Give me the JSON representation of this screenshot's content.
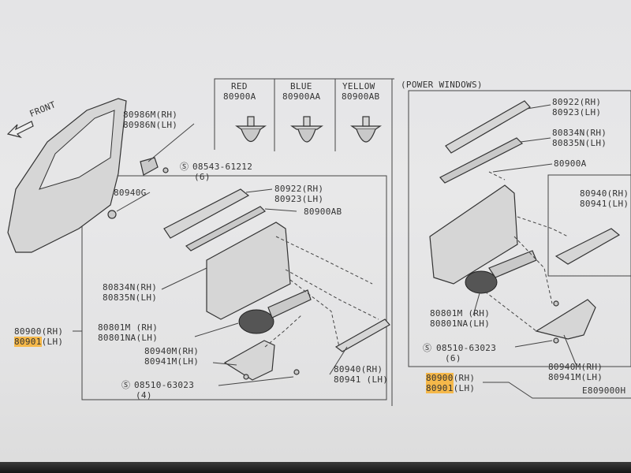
{
  "clip_header": {
    "red_label": "RED",
    "red_code": "80900A",
    "blue_label": "BLUE",
    "blue_code": "80900AA",
    "yellow_label": "YELLOW",
    "yellow_code": "80900AB"
  },
  "power_windows_label": "(POWER WINDOWS)",
  "front_label": "FRONT",
  "left": {
    "p80986m": "80986M(RH)",
    "p80986n": "80986N(LH)",
    "screw": "08543-61212",
    "screw_qty": "(6)",
    "p80940g": "80940G",
    "p80922": "80922(RH)",
    "p80923": "80923(LH)",
    "p80900ab": "80900AB",
    "p80834n": "80834N(RH)",
    "p80835n": "80835N(LH)",
    "p80900_rh": "80900",
    "p80900_rh_side": "(RH)",
    "p80901_lh": "80901",
    "p80901_lh_side": "(LH)",
    "p80801m": "80801M (RH)",
    "p80801na": "80801NA(LH)",
    "p80940m": "80940M(RH)",
    "p80941m": "80941M(LH)",
    "p80940": "80940(RH)",
    "p80941": "80941 (LH)",
    "screw2": "08510-63023",
    "screw2_qty": "(4)"
  },
  "right": {
    "p80922": "80922(RH)",
    "p80923": "80923(LH)",
    "p80834n": "80834N(RH)",
    "p80835n": "80835N(LH)",
    "p80900a": "80900A",
    "p80940": "80940(RH)",
    "p80941": "80941(LH)",
    "p80801m": "80801M (RH)",
    "p80801na": "80801NA(LH)",
    "screw": "08510-63023",
    "screw_qty": "(6)",
    "p80900_rh": "80900",
    "p80900_rh_side": "(RH)",
    "p80901_lh": "80901",
    "p80901_lh_side": "(LH)",
    "p80940m": "80940M(RH)",
    "p80941m": "80941M(LH)"
  },
  "figure_code": "E809000H",
  "colors": {
    "highlight": "#f5b84a",
    "ink": "#333333",
    "paper": "#e6e6e7"
  }
}
